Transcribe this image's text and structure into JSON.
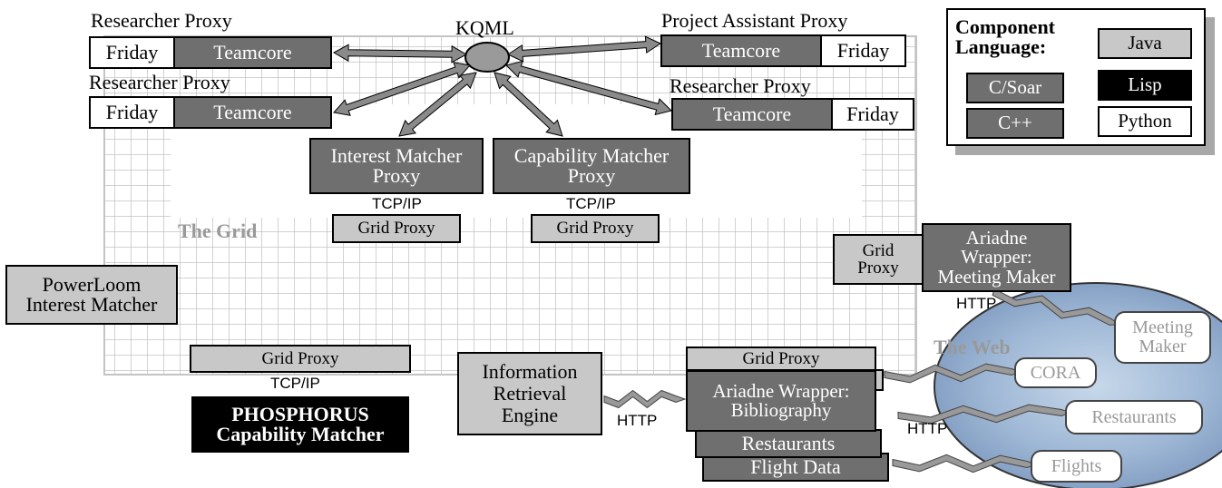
{
  "kqml": "KQML",
  "researcher_proxy_1": {
    "title": "Researcher Proxy",
    "friday": "Friday",
    "teamcore": "Teamcore"
  },
  "researcher_proxy_2": {
    "title": "Researcher Proxy",
    "friday": "Friday",
    "teamcore": "Teamcore"
  },
  "project_assistant_proxy": {
    "title": "Project Assistant  Proxy",
    "teamcore": "Teamcore",
    "friday": "Friday"
  },
  "researcher_proxy_3": {
    "title": "Researcher Proxy",
    "teamcore": "Teamcore",
    "friday": "Friday"
  },
  "interest_matcher_proxy": "Interest Matcher Proxy",
  "capability_matcher_proxy": "Capability Matcher Proxy",
  "tcp_ip_1": "TCP/IP",
  "tcp_ip_2": "TCP/IP",
  "tcp_ip_3": "TCP/IP",
  "grid_proxy_1": "Grid Proxy",
  "grid_proxy_2": "Grid Proxy",
  "grid_proxy_3": "Grid Proxy",
  "grid_proxy_4": "Grid Proxy",
  "grid_proxy_meeting": "Grid Proxy",
  "the_grid": "The Grid",
  "powerloom": "PowerLoom Interest Matcher",
  "phosphorus": "PHOSPHORUS Capability Matcher",
  "info_retrieval": "Information Retrieval Engine",
  "http_1": "HTTP",
  "http_2": "HTTP",
  "http_3": "HTTP",
  "ariadne_meeting": "Ariadne Wrapper: Meeting Maker",
  "ariadne_biblio": "Ariadne Wrapper: Bibliography",
  "restaurants_wrapper": "Restaurants",
  "flight_data": "Flight Data",
  "the_web": "The Web",
  "web_items": {
    "meeting_maker": "Meeting Maker",
    "cora": "CORA",
    "restaurants": "Restaurants",
    "flights": "Flights"
  },
  "legend": {
    "title": "Component Language:",
    "items": {
      "java": "Java",
      "csoar": "C/Soar",
      "lisp": "Lisp",
      "cpp": "C++",
      "python": "Python"
    }
  }
}
